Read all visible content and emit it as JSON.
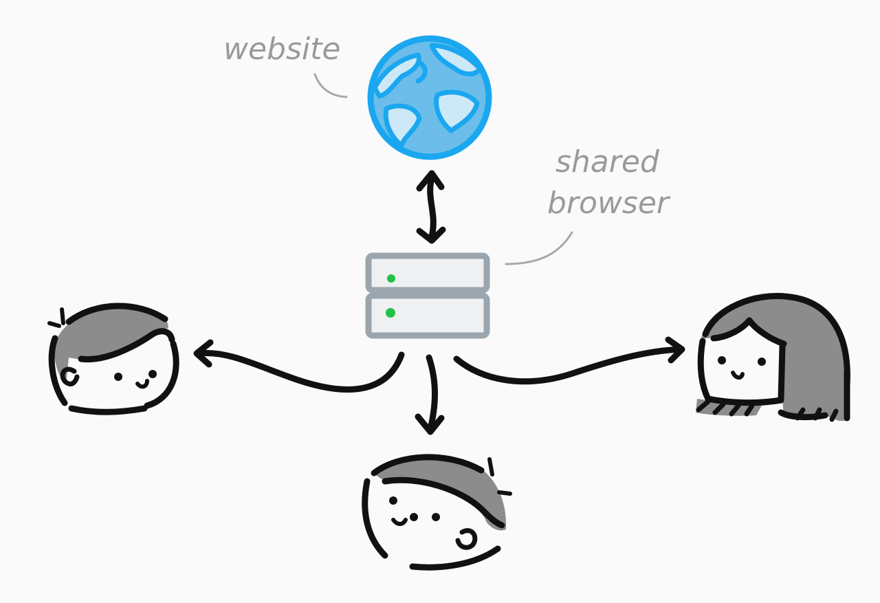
{
  "labels": {
    "website": "website",
    "shared_browser_line1": "shared",
    "shared_browser_line2": "browser"
  },
  "colors": {
    "background": "#fafafa",
    "globe": "#1aa7f0",
    "globe_fill": "#6cbdea",
    "server_stroke": "#9aa5ad",
    "server_fill": "#eef0f2",
    "status_led": "#22c24a",
    "ink": "#111111",
    "hair": "#8c8c8c",
    "label_text": "#9a9a9a"
  },
  "icons": {
    "globe": "globe-icon",
    "server": "server-icon",
    "users": [
      "person-left-icon",
      "person-bottom-icon",
      "person-right-icon"
    ]
  }
}
